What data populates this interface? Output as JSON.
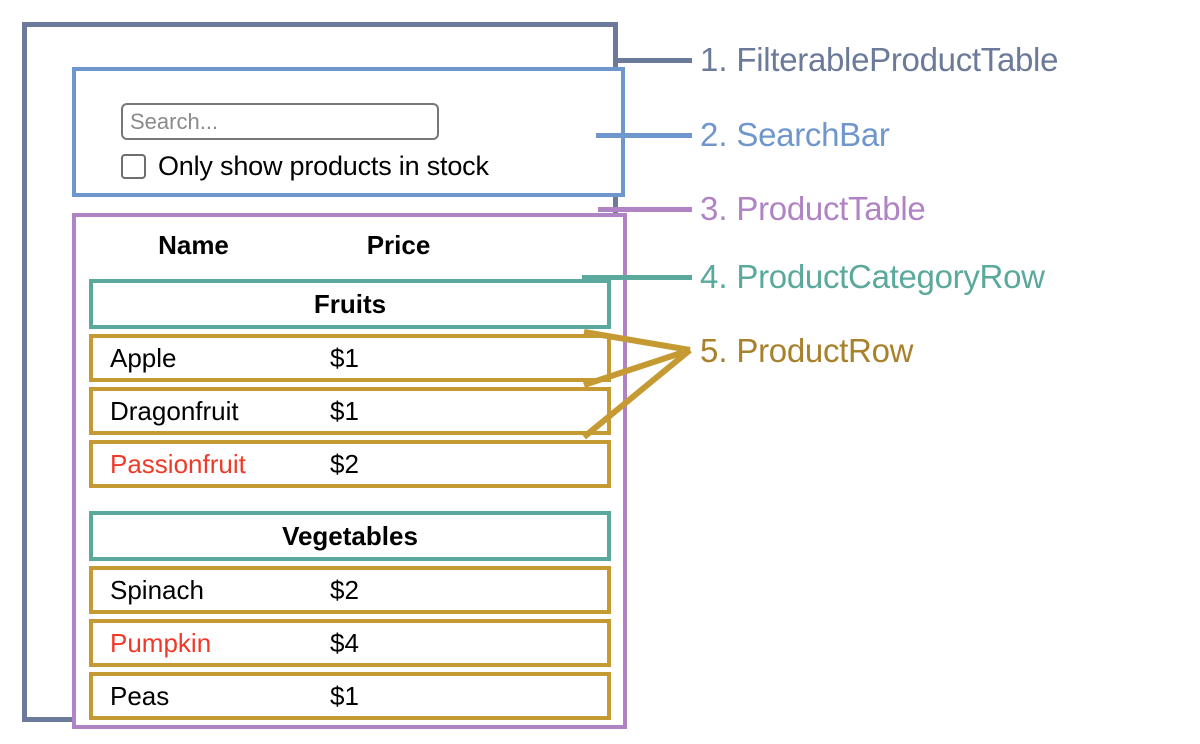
{
  "search": {
    "placeholder": "Search...",
    "value": "",
    "checkbox_label": "Only show products in stock",
    "checked": false
  },
  "table": {
    "columns": [
      "Name",
      "Price"
    ],
    "sections": [
      {
        "category": "Fruits",
        "products": [
          {
            "name": "Apple",
            "price": "$1",
            "stocked": true
          },
          {
            "name": "Dragonfruit",
            "price": "$1",
            "stocked": true
          },
          {
            "name": "Passionfruit",
            "price": "$2",
            "stocked": false
          }
        ]
      },
      {
        "category": "Vegetables",
        "products": [
          {
            "name": "Spinach",
            "price": "$2",
            "stocked": true
          },
          {
            "name": "Pumpkin",
            "price": "$4",
            "stocked": false
          },
          {
            "name": "Peas",
            "price": "$1",
            "stocked": true
          }
        ]
      }
    ]
  },
  "annotations": [
    {
      "num": "1.",
      "label": "FilterableProductTable",
      "color": "#6b7a99"
    },
    {
      "num": "2.",
      "label": "SearchBar",
      "color": "#6f96cd"
    },
    {
      "num": "3.",
      "label": "ProductTable",
      "color": "#b083c4"
    },
    {
      "num": "4.",
      "label": "ProductCategoryRow",
      "color": "#5aa99c"
    },
    {
      "num": "5.",
      "label": "ProductRow",
      "color": "#c69a33"
    }
  ],
  "colors": {
    "outer_border": "#6b7a99",
    "searchbar_border": "#6f96cd",
    "producttable_border": "#b083c4",
    "category_border": "#5aa99c",
    "productrow_border": "#c69a33",
    "out_of_stock_text": "#f03a28",
    "background": "#ffffff"
  }
}
